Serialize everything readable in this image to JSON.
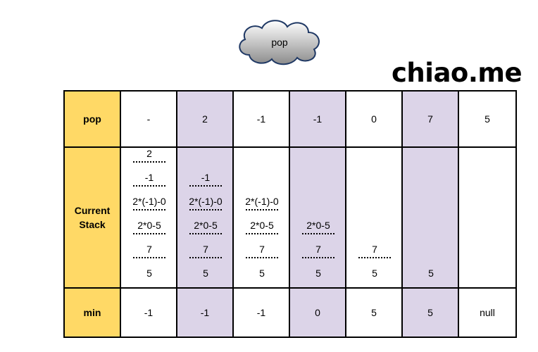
{
  "cloud": {
    "label": "pop"
  },
  "brand": "chiao.me",
  "rows": {
    "pop": {
      "header": "pop",
      "values": [
        "-",
        "2",
        "-1",
        "-1",
        "0",
        "7",
        "5"
      ]
    },
    "stack": {
      "header": "Current Stack"
    },
    "min": {
      "header": "min",
      "values": [
        "-1",
        "-1",
        "-1",
        "0",
        "5",
        "5",
        "null"
      ]
    }
  },
  "stacks": [
    [
      "2",
      "-1",
      "2*(-1)-0",
      "2*0-5",
      "7",
      "5"
    ],
    [
      "-1",
      "2*(-1)-0",
      "2*0-5",
      "7",
      "5"
    ],
    [
      "2*(-1)-0",
      "2*0-5",
      "7",
      "5"
    ],
    [
      "2*0-5",
      "7",
      "5"
    ],
    [
      "7",
      "5"
    ],
    [
      "5"
    ],
    []
  ],
  "colors": {
    "header": "#ffd966",
    "shaded": "#dcd4e8"
  },
  "shaded_columns": [
    1,
    3,
    5
  ]
}
